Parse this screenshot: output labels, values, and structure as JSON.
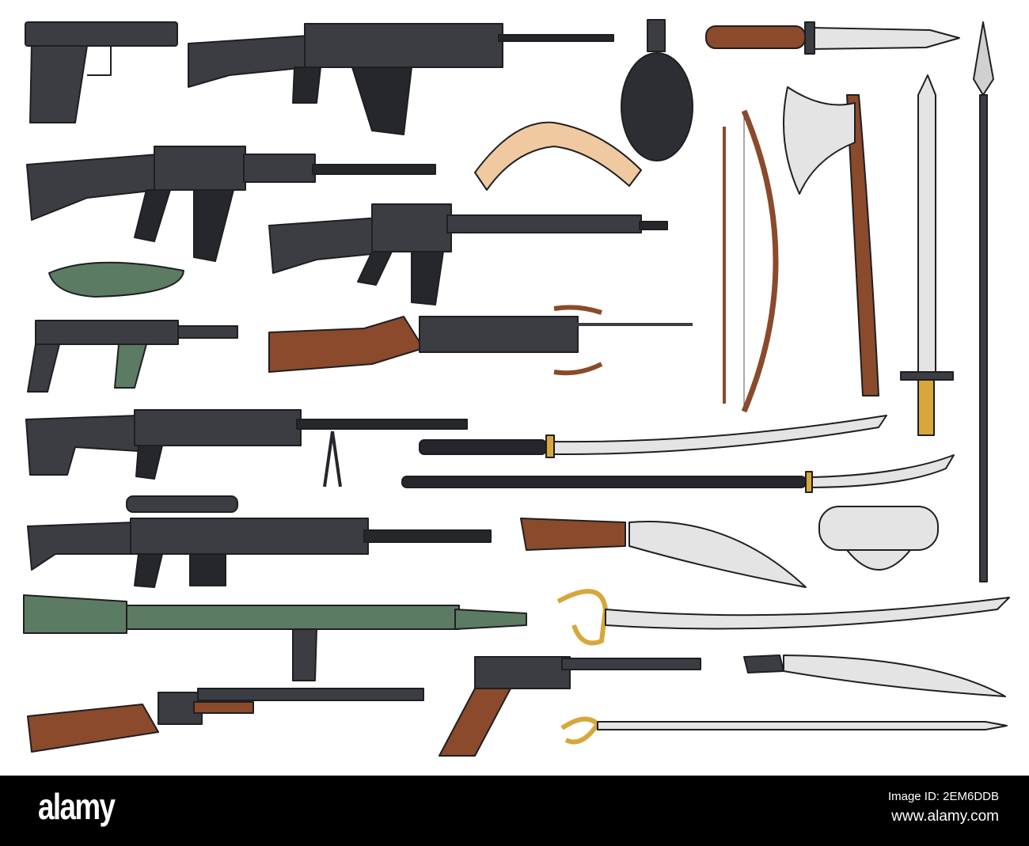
{
  "colors": {
    "gunmetal": "#3c3d42",
    "dark": "#26272b",
    "wood": "#8b4a2b",
    "green": "#5c7b63",
    "steel": "#e4e4e4",
    "gold": "#d8a73a",
    "background": "#ffffff",
    "watermark_bar": "#000000"
  },
  "watermark": {
    "logo": "alamy",
    "image_id": "Image ID: 2EM6DDB",
    "url": "www.alamy.com"
  }
}
